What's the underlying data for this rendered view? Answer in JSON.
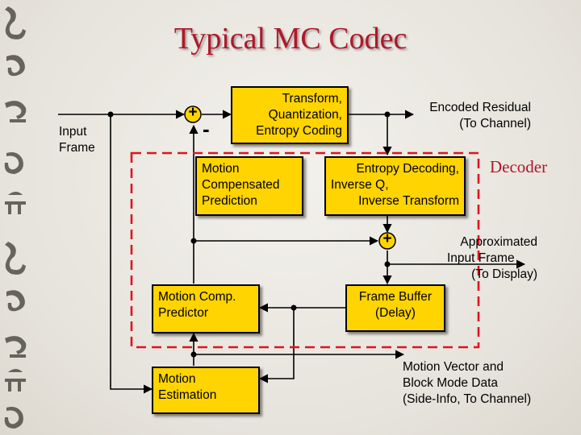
{
  "title": "Typical MC Codec",
  "labels": {
    "input_frame": [
      "Input",
      "Frame"
    ],
    "encoded_residual": [
      "Encoded Residual",
      "(To Channel)"
    ],
    "approx_frame": [
      "Approximated",
      "Input Frame",
      "(To Display)"
    ],
    "motion_vector_data": [
      "Motion Vector and",
      "Block Mode Data",
      "(Side-Info, To Channel)"
    ],
    "decoder": "Decoder",
    "minus": "-",
    "plus_top": "+",
    "plus_bottom": "+"
  },
  "boxes": {
    "transform": [
      "Transform,",
      "Quantization,",
      "Entropy Coding"
    ],
    "mc_prediction": [
      "Motion",
      "Compensated",
      "Prediction"
    ],
    "entropy_decoding": [
      "Entropy Decoding,",
      "Inverse Q,",
      "Inverse Transform"
    ],
    "mc_predictor": [
      "Motion Comp.",
      "Predictor"
    ],
    "frame_buffer": [
      "Frame Buffer",
      "(Delay)"
    ],
    "motion_estimation": [
      "Motion",
      "Estimation"
    ]
  },
  "colors": {
    "box_fill": "#ffd400",
    "title": "#b0172a",
    "decoder_dash": "#e0141e",
    "plus_circle": "#ffd400"
  }
}
